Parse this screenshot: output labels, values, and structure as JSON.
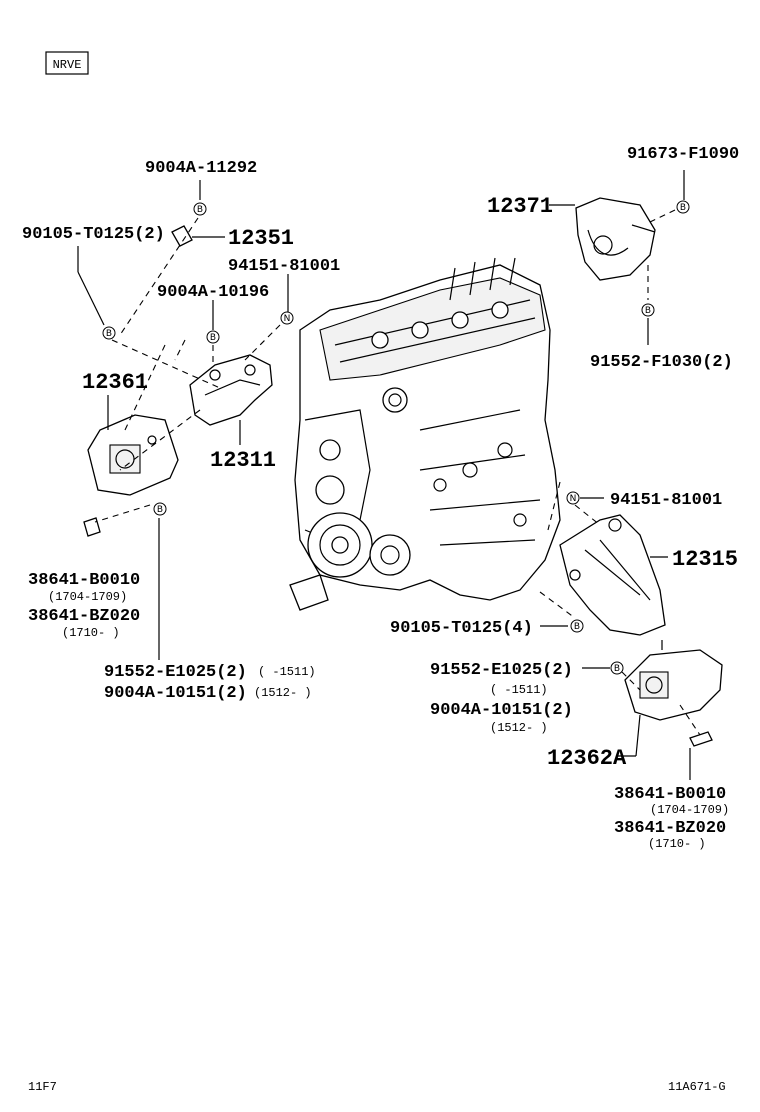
{
  "model_code": "NRVE",
  "footer": {
    "left": "11F7",
    "right": "11A671-G"
  },
  "labels": {
    "p9004A_11292": "9004A-11292",
    "p90105_T0125_2": "90105-T0125(2)",
    "p12351": "12351",
    "p94151_81001_l": "94151-81001",
    "p9004A_10196": "9004A-10196",
    "p12361": "12361",
    "p12311": "12311",
    "p38641_B0010_l": "38641-B0010",
    "d1704_1709_l": "(1704-1709)",
    "p38641_BZ020_l": "38641-BZ020",
    "d1710_l": "(1710-      )",
    "p91552_E1025_2_l": "91552-E1025(2)",
    "d1511_l": "(      -1511)",
    "p9004A_10151_2_l": "9004A-10151(2)",
    "d1512_l": "(1512-      )",
    "p91673_F1090": "91673-F1090",
    "p12371": "12371",
    "p91552_F1030_2": "91552-F1030(2)",
    "p94151_81001_r": "94151-81001",
    "p12315": "12315",
    "p90105_T0125_4": "90105-T0125(4)",
    "p91552_E1025_2_r": "91552-E1025(2)",
    "d1511_r": "(      -1511)",
    "p9004A_10151_2_r": "9004A-10151(2)",
    "d1512_r": "(1512-      )",
    "p12362A": "12362A",
    "p38641_B0010_r": "38641-B0010",
    "d1704_1709_r": "(1704-1709)",
    "p38641_BZ020_r": "38641-BZ020",
    "d1710_r": "(1710-      )"
  },
  "markers": {
    "B": "B",
    "N": "N"
  }
}
